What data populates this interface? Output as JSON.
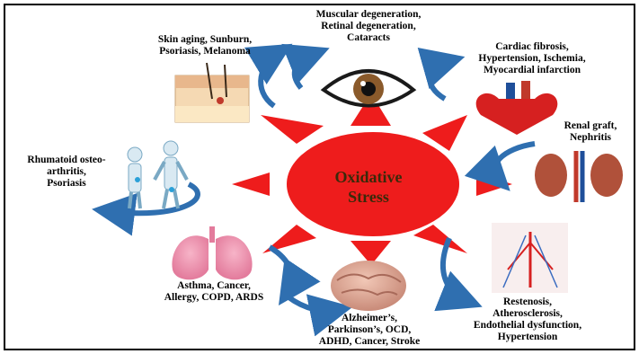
{
  "center": {
    "line1": "Oxidative",
    "line2": "Stress"
  },
  "skin": {
    "line1": "Skin aging, Sunburn,",
    "line2": "Psoriasis, Melanoma"
  },
  "eye": {
    "line1": "Muscular degeneration,",
    "line2": "Retinal degeneration,",
    "line3": "Cataracts"
  },
  "heart": {
    "line1": "Cardiac fibrosis,",
    "line2": "Hypertension, Ischemia,",
    "line3": "Myocardial infarction"
  },
  "kidney": {
    "line1": "Renal graft,",
    "line2": "Nephritis"
  },
  "joints": {
    "line1": "Rhumatoid osteo-",
    "line2": "arthritis,",
    "line3": "Psoriasis"
  },
  "lungs": {
    "line1": "Asthma, Cancer,",
    "line2": "Allergy, COPD, ARDS"
  },
  "brain": {
    "line1": "Alzheimer’s,",
    "line2": "Parkinson’s,  OCD,",
    "line3": "ADHD, Cancer, Stroke"
  },
  "vessels": {
    "line1": "Restenosis,",
    "line2": "Atherosclerosis,",
    "line3": "Endothelial dysfunction,",
    "line4": "Hypertension"
  },
  "colors": {
    "star": "#ee1c1c",
    "arrow": "#2f6fb0",
    "text": "#000000"
  },
  "icons": [
    "skin-icon",
    "eye-icon",
    "heart-icon",
    "kidney-icon",
    "skeleton-icon",
    "lungs-icon",
    "brain-icon",
    "vessels-icon"
  ]
}
